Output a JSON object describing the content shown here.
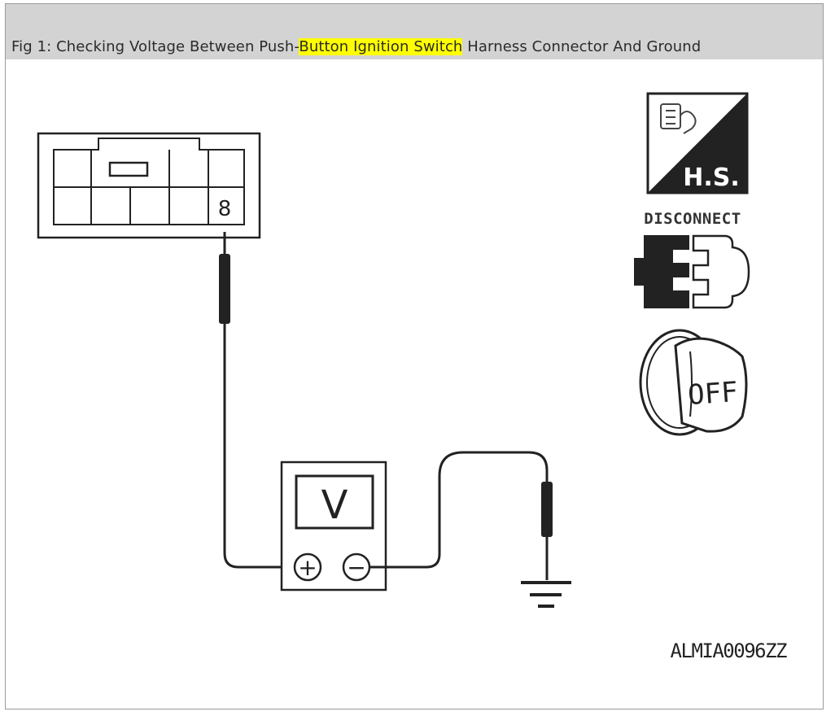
{
  "caption": {
    "before": "Fig 1: Checking Voltage Between Push-",
    "highlight": "Button Ignition Switch",
    "after": " Harness Connector And Ground"
  },
  "diagram": {
    "pin_label": "8",
    "meter_label": "V",
    "plus_symbol": "+",
    "minus_symbol": "−",
    "hs_label": "H.S.",
    "disconnect_label": "DISCONNECT",
    "ignition_label": "OFF",
    "figure_code": "ALMIA0096ZZ"
  },
  "colors": {
    "caption_bar": "#d3d3d3",
    "highlight": "#ffff00",
    "line": "#222222"
  },
  "icons": [
    "hand-on-connector-icon",
    "disconnect-connector-icon",
    "ignition-key-off-icon",
    "ground-symbol-icon"
  ]
}
